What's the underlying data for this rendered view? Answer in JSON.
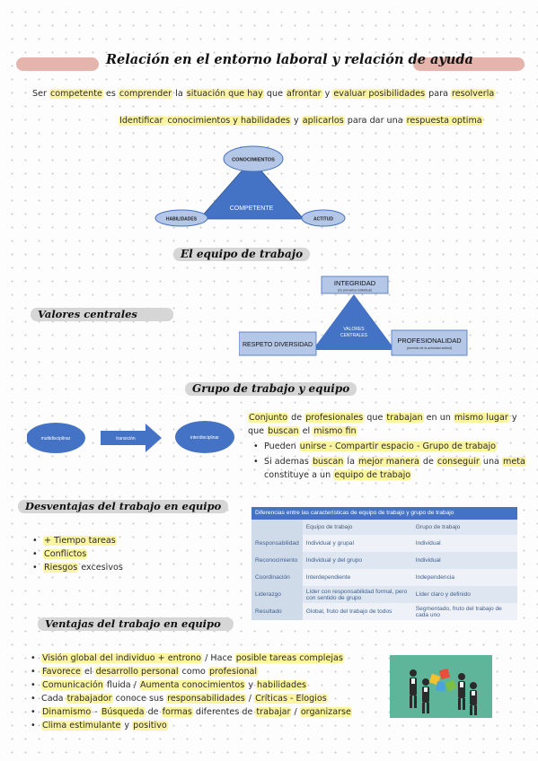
{
  "title": "Relación en el entorno laboral y relación de ayuda",
  "intro": {
    "line1": [
      {
        "t": "Ser ",
        "h": false
      },
      {
        "t": "competente",
        "h": true
      },
      {
        "t": " es ",
        "h": false
      },
      {
        "t": "comprender",
        "h": true
      },
      {
        "t": " la ",
        "h": false
      },
      {
        "t": "situación que hay",
        "h": true
      },
      {
        "t": " que ",
        "h": false
      },
      {
        "t": "afrontar",
        "h": true
      },
      {
        "t": " y ",
        "h": false
      },
      {
        "t": "evaluar posibilidades",
        "h": true
      },
      {
        "t": " para ",
        "h": false
      },
      {
        "t": "resolverla",
        "h": true
      }
    ],
    "line2": [
      {
        "t": "Identificar ",
        "h": true
      },
      {
        "t": "conocimientos y habilidades",
        "h": true
      },
      {
        "t": " y ",
        "h": false
      },
      {
        "t": "aplicarlos",
        "h": true
      },
      {
        "t": " para dar una ",
        "h": false
      },
      {
        "t": "respuesta optima",
        "h": true
      }
    ]
  },
  "competente_diagram": {
    "top": "CONOCIMIENTOS",
    "center": "COMPETENTE",
    "left": "HABILIDADES",
    "right": "ACTITUD"
  },
  "equipo_title": "El equipo de trabajo",
  "valores": {
    "label": "Valores centrales",
    "top_title": "INTEGRIDAD",
    "top_sub": "(no prevarica individual)",
    "center_line1": "VALORES",
    "center_line2": "CENTRALES",
    "left": "RESPETO DIVERSIDAD",
    "right_title": "PROFESIONALIDAD",
    "right_sub": "(dominio de la actividad actitud)"
  },
  "grupo_title": "Grupo de trabajo y equipo",
  "flow": {
    "left": "multidisciplinar",
    "arrow": "transición",
    "right": "interdisciplinar"
  },
  "grupo_def": {
    "line1": [
      {
        "t": "Conjunto",
        "h": true
      },
      {
        "t": " de ",
        "h": false
      },
      {
        "t": "profesionales",
        "h": true
      },
      {
        "t": " que ",
        "h": false
      },
      {
        "t": "trabajan",
        "h": true
      },
      {
        "t": " en un ",
        "h": false
      },
      {
        "t": "mismo lugar",
        "h": true
      },
      {
        "t": " y",
        "h": false
      }
    ],
    "line2": [
      {
        "t": "que ",
        "h": false
      },
      {
        "t": "buscan",
        "h": true
      },
      {
        "t": " el ",
        "h": false
      },
      {
        "t": "mismo fin",
        "h": true
      }
    ],
    "bullet1": [
      {
        "t": "Pueden ",
        "h": false
      },
      {
        "t": "unirse - Compartir espacio - Grupo de trabajo",
        "h": true
      }
    ],
    "bullet2a": [
      {
        "t": "Si ademas ",
        "h": false
      },
      {
        "t": "buscan",
        "h": true
      },
      {
        "t": " la ",
        "h": false
      },
      {
        "t": "mejor manera",
        "h": true
      },
      {
        "t": " de ",
        "h": false
      },
      {
        "t": "conseguir",
        "h": true
      },
      {
        "t": " una ",
        "h": false
      },
      {
        "t": "meta",
        "h": true
      }
    ],
    "bullet2b": [
      {
        "t": "constituye a un ",
        "h": false
      },
      {
        "t": "equipo de trabajo",
        "h": true
      }
    ]
  },
  "desventajas": {
    "title": "Desventajas del trabajo en equipo",
    "items": [
      [
        {
          "t": "+ Tiempo tareas",
          "h": true
        }
      ],
      [
        {
          "t": "Conflictos",
          "h": true
        }
      ],
      [
        {
          "t": "Riesgos",
          "h": true
        },
        {
          "t": " excesivos",
          "h": false
        }
      ]
    ]
  },
  "table": {
    "caption": "Diferencias entre las características de equipo de trabajo y grupo de trabajo",
    "headers": [
      "",
      "Equipo de trabajo",
      "Grupo de trabajo"
    ],
    "rows": [
      [
        "Responsabilidad",
        "Individual y grupal",
        "Individual"
      ],
      [
        "Reconocimiento",
        "Individual y del grupo",
        "Individual"
      ],
      [
        "Coordinación",
        "Interdependiente",
        "Independencia"
      ],
      [
        "Liderazgo",
        "Líder con responsabilidad formal, pero con sentido de grupo",
        "Líder claro y definido"
      ],
      [
        "Resultado",
        "Global, fruto del trabajo de todos",
        "Segmentado, fruto del trabajo de cada uno"
      ]
    ]
  },
  "ventajas": {
    "title": "Ventajas del trabajo en equipo",
    "items": [
      [
        {
          "t": "Visión global del individuo + entrono",
          "h": true
        },
        {
          "t": " / Hace ",
          "h": false
        },
        {
          "t": "posible tareas complejas",
          "h": true
        }
      ],
      [
        {
          "t": "Favorece",
          "h": true
        },
        {
          "t": " el ",
          "h": false
        },
        {
          "t": "desarrollo personal",
          "h": true
        },
        {
          "t": " como ",
          "h": false
        },
        {
          "t": "profesional",
          "h": true
        }
      ],
      [
        {
          "t": "Comunicación",
          "h": true
        },
        {
          "t": " fluida / ",
          "h": false
        },
        {
          "t": "Aumenta conocimientos",
          "h": true
        },
        {
          "t": " y ",
          "h": false
        },
        {
          "t": "habilidades",
          "h": true
        }
      ],
      [
        {
          "t": "Cada ",
          "h": false
        },
        {
          "t": "trabajador",
          "h": true
        },
        {
          "t": " conoce sus ",
          "h": false
        },
        {
          "t": "responsabilidades",
          "h": true
        },
        {
          "t": " / ",
          "h": false
        },
        {
          "t": "Críticas - Elogios",
          "h": true
        }
      ],
      [
        {
          "t": "Dinamismo",
          "h": true
        },
        {
          "t": " - ",
          "h": false
        },
        {
          "t": "Búsqueda",
          "h": true
        },
        {
          "t": " de ",
          "h": false
        },
        {
          "t": "formas",
          "h": true
        },
        {
          "t": " diferentes de ",
          "h": false
        },
        {
          "t": "trabajar",
          "h": true
        },
        {
          "t": " / ",
          "h": false
        },
        {
          "t": "organizarse",
          "h": true
        }
      ],
      [
        {
          "t": "Clima estimulante",
          "h": true
        },
        {
          "t": " y ",
          "h": false
        },
        {
          "t": "positivo",
          "h": true
        }
      ]
    ]
  },
  "colors": {
    "accent_blue": "#4472c4",
    "highlight_yellow": "#fbf4a0",
    "title_pink": "#e4b4ad",
    "title_grey": "#d6d6d6",
    "image_teal": "#5fb59a"
  }
}
